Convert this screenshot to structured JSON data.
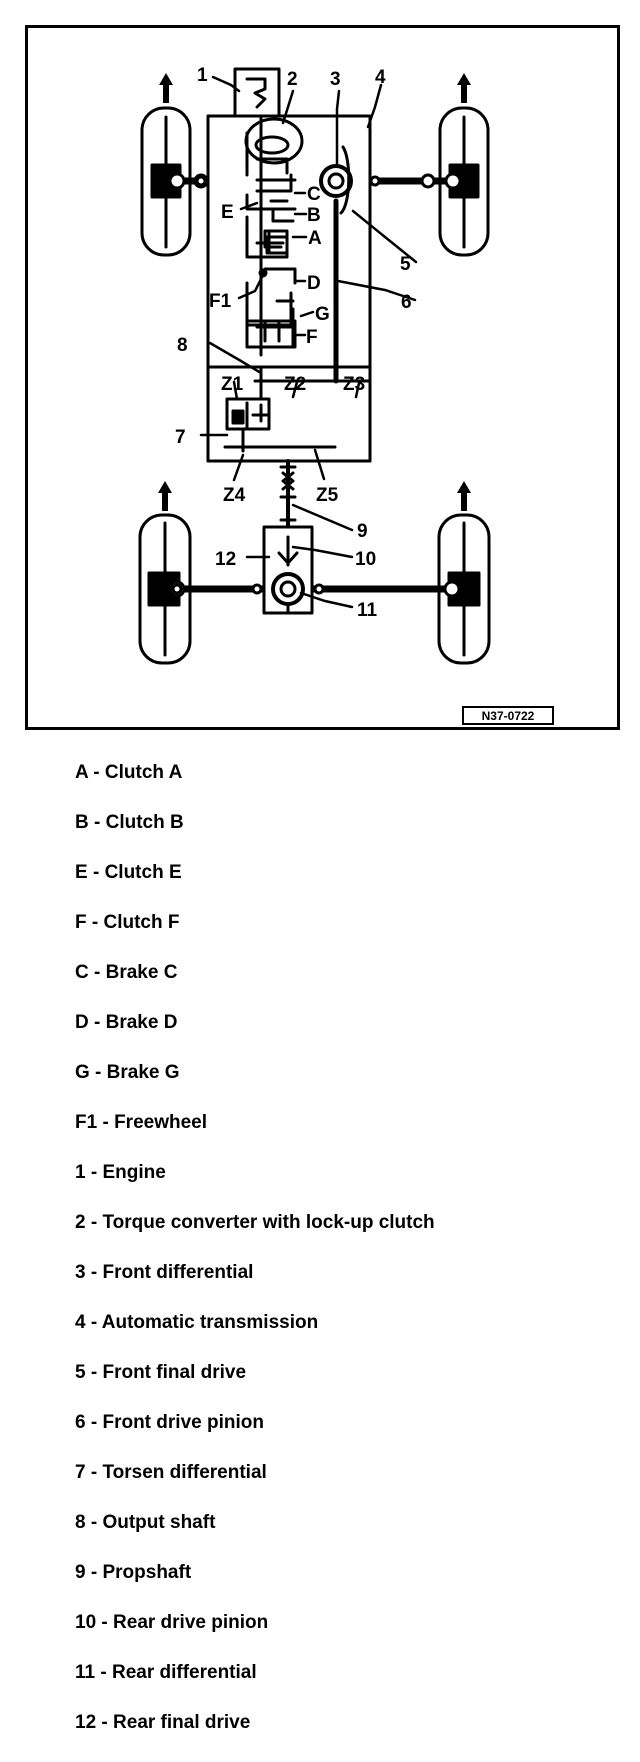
{
  "diagram": {
    "figure_code": "N37-0722",
    "labels": {
      "n1": "1",
      "n2": "2",
      "n3": "3",
      "n4": "4",
      "n5": "5",
      "n6": "6",
      "n7": "7",
      "n8": "8",
      "n9": "9",
      "n10": "10",
      "n11": "11",
      "n12": "12",
      "A": "A",
      "B": "B",
      "C": "C",
      "D": "D",
      "E": "E",
      "F": "F",
      "G": "G",
      "F1": "F1",
      "Z1": "Z1",
      "Z2": "Z2",
      "Z3": "Z3",
      "Z4": "Z4",
      "Z5": "Z5"
    }
  },
  "legend": [
    {
      "key": "A",
      "text": "Clutch A"
    },
    {
      "key": "B",
      "text": "Clutch B"
    },
    {
      "key": "E",
      "text": "Clutch E"
    },
    {
      "key": "F",
      "text": "Clutch F"
    },
    {
      "key": "C",
      "text": "Brake C"
    },
    {
      "key": "D",
      "text": "Brake D"
    },
    {
      "key": "G",
      "text": "Brake G"
    },
    {
      "key": "F1",
      "text": "Freewheel"
    },
    {
      "key": "1",
      "text": "Engine"
    },
    {
      "key": "2",
      "text": "Torque converter with lock-up clutch"
    },
    {
      "key": "3",
      "text": "Front differential"
    },
    {
      "key": "4",
      "text": "Automatic transmission"
    },
    {
      "key": "5",
      "text": "Front final drive"
    },
    {
      "key": "6",
      "text": "Front drive pinion"
    },
    {
      "key": "7",
      "text": "Torsen differential"
    },
    {
      "key": "8",
      "text": "Output shaft"
    },
    {
      "key": "9",
      "text": "Propshaft"
    },
    {
      "key": "10",
      "text": "Rear drive pinion"
    },
    {
      "key": "11",
      "text": "Rear differential"
    },
    {
      "key": "12",
      "text": "Rear final drive"
    }
  ]
}
